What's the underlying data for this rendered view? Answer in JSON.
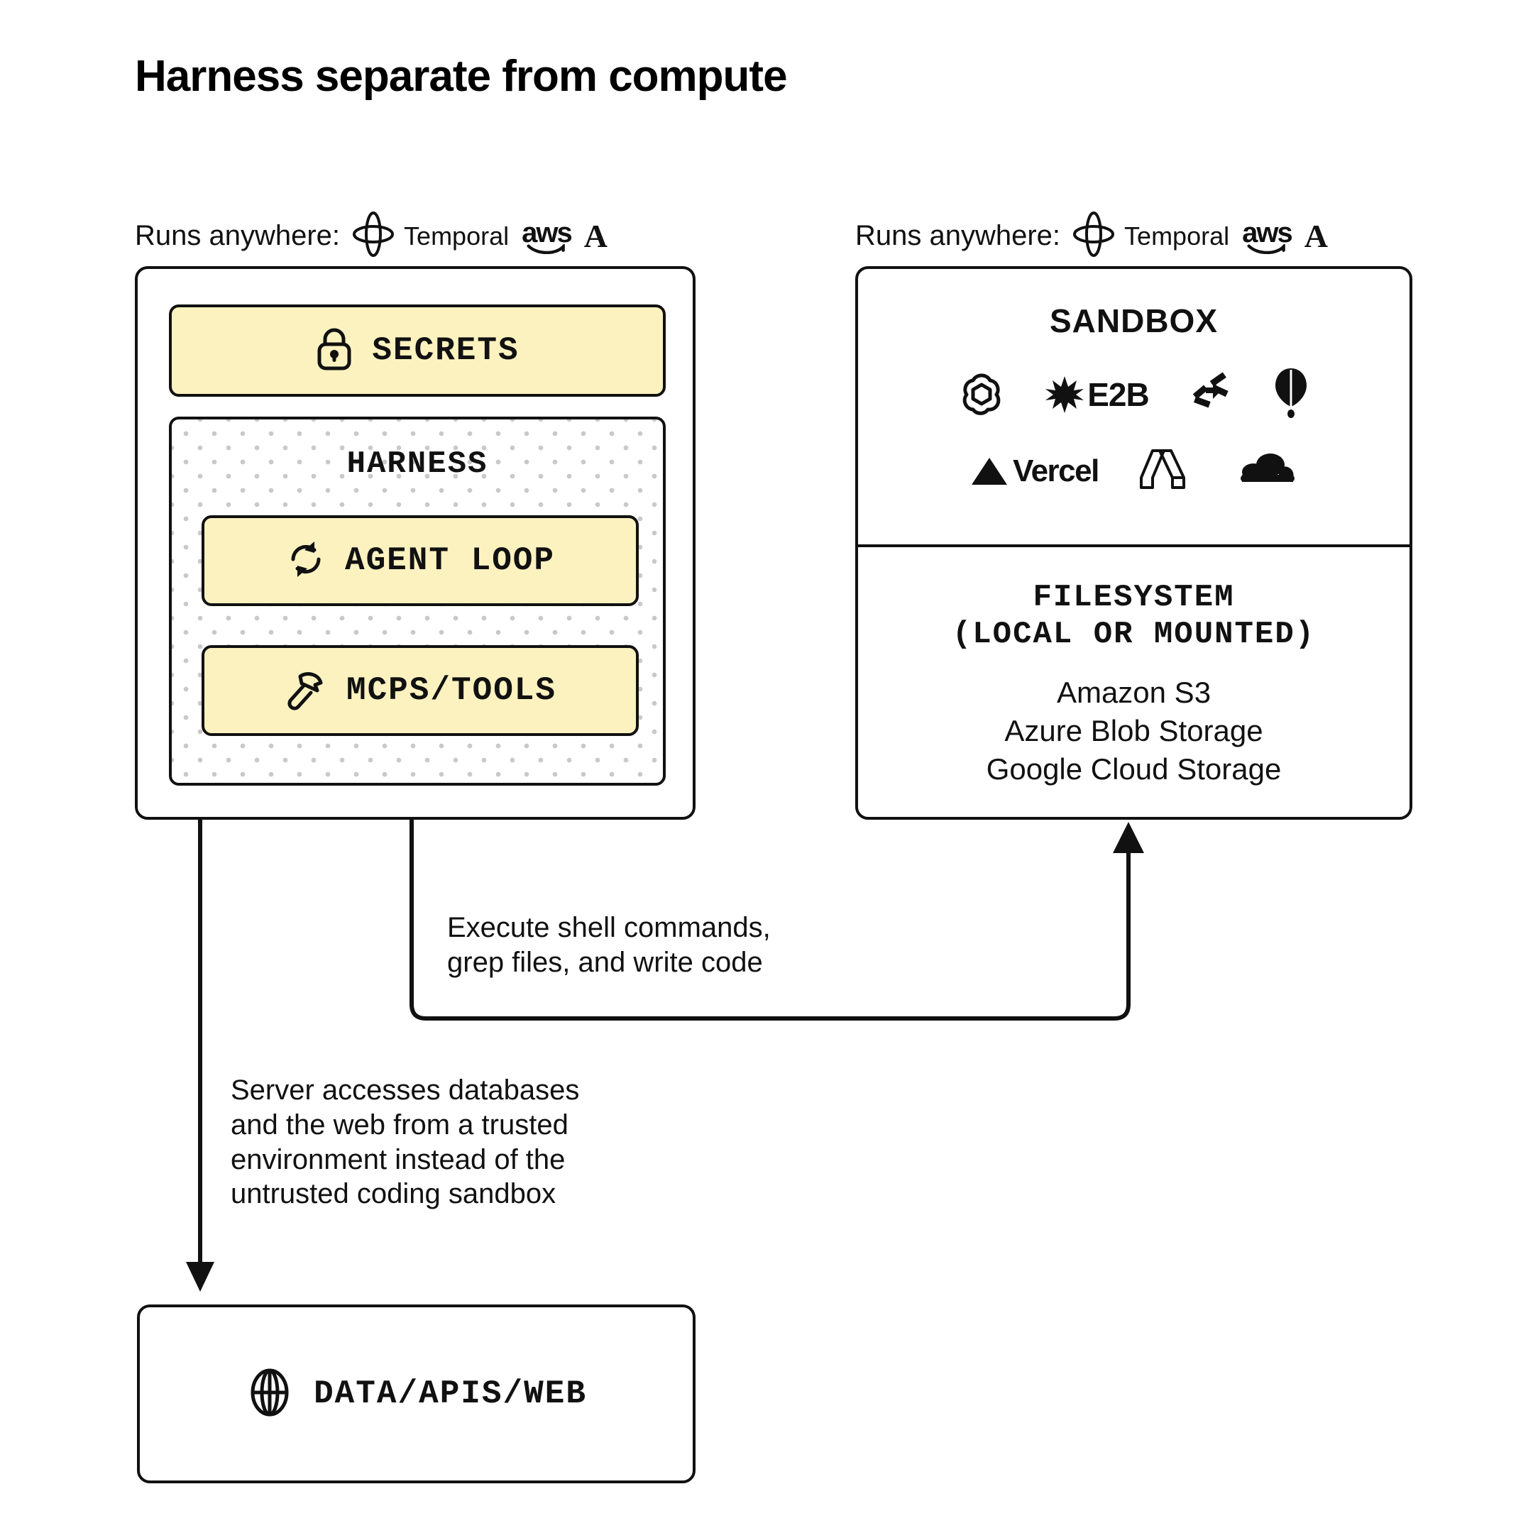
{
  "title": "Harness separate from compute",
  "runs_anywhere": {
    "label": "Runs anywhere:",
    "temporal": "Temporal",
    "aws": "aws",
    "anthropic": "A"
  },
  "left_panel": {
    "secrets": {
      "label": "SECRETS",
      "icon": "lock-icon"
    },
    "harness": {
      "label": "HARNESS",
      "items": [
        {
          "label": "AGENT LOOP",
          "icon": "refresh-cycle-icon"
        },
        {
          "label": "MCPS/TOOLS",
          "icon": "hammer-icon"
        }
      ]
    }
  },
  "right_panel": {
    "sandbox": {
      "title": "SANDBOX",
      "logos_row1": [
        "openai-icon",
        "e2b-icon",
        "daytona-icon",
        "flyio-balloon-icon"
      ],
      "e2b_word": "E2B",
      "logos_row2": [
        "vercel-icon",
        "modal-icon",
        "cloudflare-icon"
      ],
      "vercel_word": "Vercel"
    },
    "filesystem": {
      "title_line1": "FILESYSTEM",
      "title_line2": "(LOCAL OR MOUNTED)",
      "providers": [
        "Amazon S3",
        "Azure Blob Storage",
        "Google Cloud Storage"
      ]
    }
  },
  "notes": {
    "execute": "Execute shell commands,\ngrep files, and write code",
    "server": "Server accesses databases\nand the web from a trusted\nenvironment instead of the\nuntrusted coding sandbox"
  },
  "bottom_box": {
    "label": "DATA/APIS/WEB",
    "icon": "globe-icon"
  },
  "colors": {
    "accent_yellow": "#FCF2C0",
    "stroke": "#111111",
    "dot_grey": "#C9C9C9"
  }
}
